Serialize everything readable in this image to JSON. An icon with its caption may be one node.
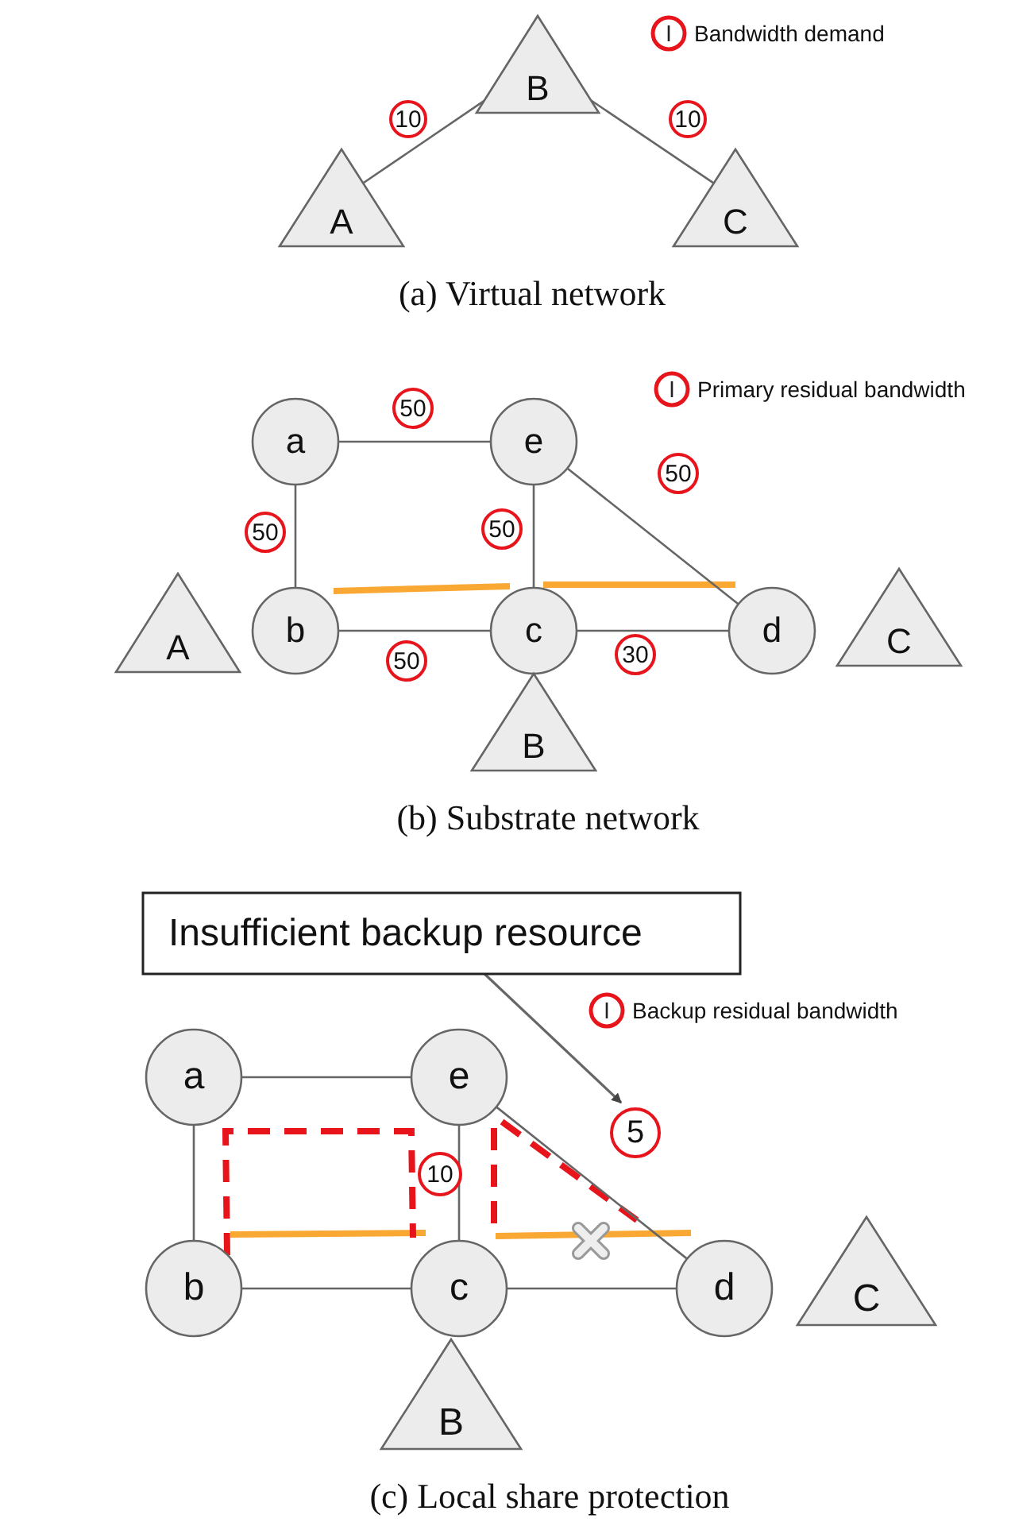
{
  "diagram": {
    "nodes": [
      {
        "text": [
          "A"
        ]
      },
      {
        "text": [
          "B"
        ]
      },
      {
        "text": [
          "C"
        ]
      },
      {
        "text": [
          "a"
        ]
      },
      {
        "text": [
          "e"
        ]
      },
      {
        "text": [
          "A"
        ]
      },
      {
        "text": [
          "b"
        ]
      },
      {
        "text": [
          "c"
        ]
      },
      {
        "text": [
          "d"
        ]
      },
      {
        "text": [
          "C"
        ]
      },
      {
        "text": [
          "B"
        ]
      },
      {
        "text": [
          "Insufficient backup resource"
        ]
      },
      {
        "text": [
          "a"
        ]
      },
      {
        "text": [
          "e"
        ]
      },
      {
        "text": [
          "b"
        ]
      },
      {
        "text": [
          "c"
        ]
      },
      {
        "text": [
          "d"
        ]
      },
      {
        "text": [
          "C"
        ]
      },
      {
        "text": [
          "B"
        ]
      }
    ],
    "edges": [
      {
        "from": 0,
        "to": 1,
        "arrow": "none",
        "label": "10"
      },
      {
        "from": 1,
        "to": 2,
        "arrow": "none",
        "label": "10"
      },
      {
        "from": 3,
        "to": 4,
        "arrow": "none",
        "label": "50"
      },
      {
        "from": 3,
        "to": 6,
        "arrow": "none",
        "label": "50"
      },
      {
        "from": 4,
        "to": 7,
        "arrow": "none",
        "label": "50"
      },
      {
        "from": 4,
        "to": 8,
        "arrow": "none",
        "label": "50"
      },
      {
        "from": 6,
        "to": 7,
        "arrow": "none",
        "label": "50"
      },
      {
        "from": 7,
        "to": 8,
        "arrow": "none",
        "label": "30"
      },
      {
        "from": 12,
        "to": 13,
        "arrow": "none"
      },
      {
        "from": 12,
        "to": 14,
        "arrow": "none"
      },
      {
        "from": 13,
        "to": 15,
        "arrow": "none",
        "label": "10"
      },
      {
        "from": 13,
        "to": 16,
        "arrow": "none",
        "label": "5"
      },
      {
        "from": 14,
        "to": 15,
        "arrow": "none"
      },
      {
        "from": 15,
        "to": 16,
        "arrow": "none"
      },
      {
        "from": 11,
        "to": null,
        "arrow": "to"
      }
    ],
    "labels": [
      "(a) Virtual network",
      "(b) Substrate network",
      "(c) Local share protection"
    ],
    "legend": [
      {
        "text": "Bandwidth demand"
      },
      {
        "text": "Primary residual bandwidth"
      },
      {
        "text": "Backup residual bandwidth"
      }
    ]
  }
}
